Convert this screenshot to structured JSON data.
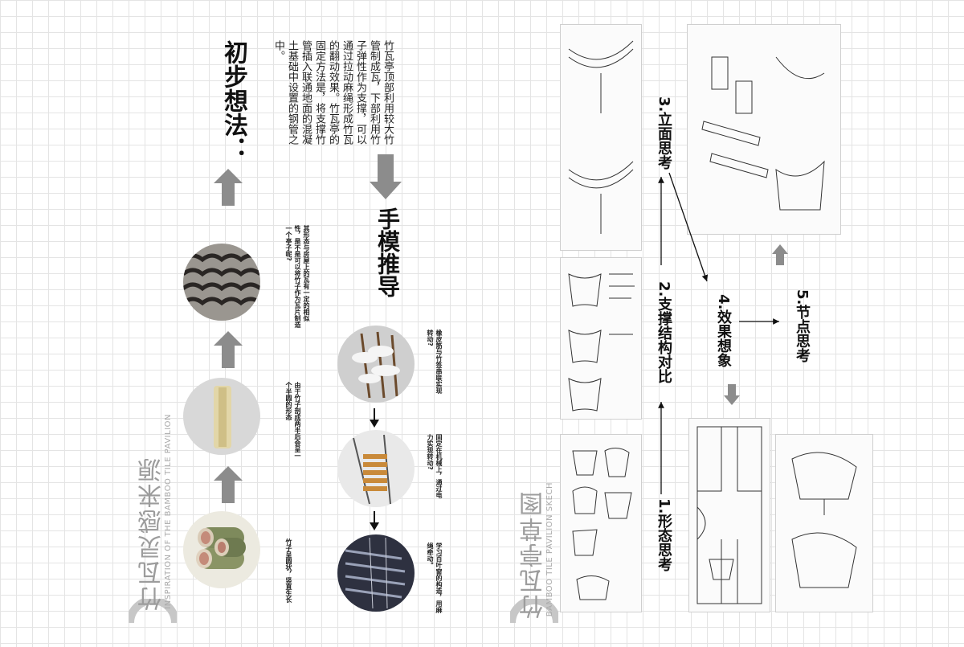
{
  "left_panel": {
    "title_cn": "竹瓦灵感来源",
    "title_en": "INSPIRATION OF THE BAMBOO TILE PAVILION",
    "cap_bamboo": "竹子呈圆状，竖直生长",
    "cap_half": "由于竹子剖成两半后会呈一个半圆的形态",
    "cap_tiles": "其形态与房屋上的瓦有一定的相似性，是不是可以将竹子作为瓦片制造一个亭子呢?",
    "heading_idea": "初步想法：",
    "idea_text": "竹瓦亭顶部利用较大竹管制成瓦，下部利用竹子弹性作为支撑，可以通过拉动麻绳形成竹瓦的翻动效果。竹瓦亭的固定方法是，将支撑竹管插入联通地面的混凝土基础中设置的钢管之中。",
    "heading_model": "手模推导",
    "cap_rubber": "橡皮筋与竹签串联实现转动?",
    "cap_machine": "固定在机械上，通过电力实现转动?",
    "cap_blinds": "学习百叶窗的构造，用麻绳牵动。"
  },
  "right_panel": {
    "title_cn": "竹瓦亭草图",
    "title_en": "BAMBOO TILE PAVILION SKECH",
    "step1": "1.形态思考",
    "step2": "2.支撑结构对比",
    "step3": "3.立面思考",
    "step4": "4.效果想象",
    "step5": "5.节点思考"
  },
  "colors": {
    "title_gray": "#9c9c9c",
    "arrow_gray": "#8c8c8c",
    "text_dark": "#111111"
  }
}
